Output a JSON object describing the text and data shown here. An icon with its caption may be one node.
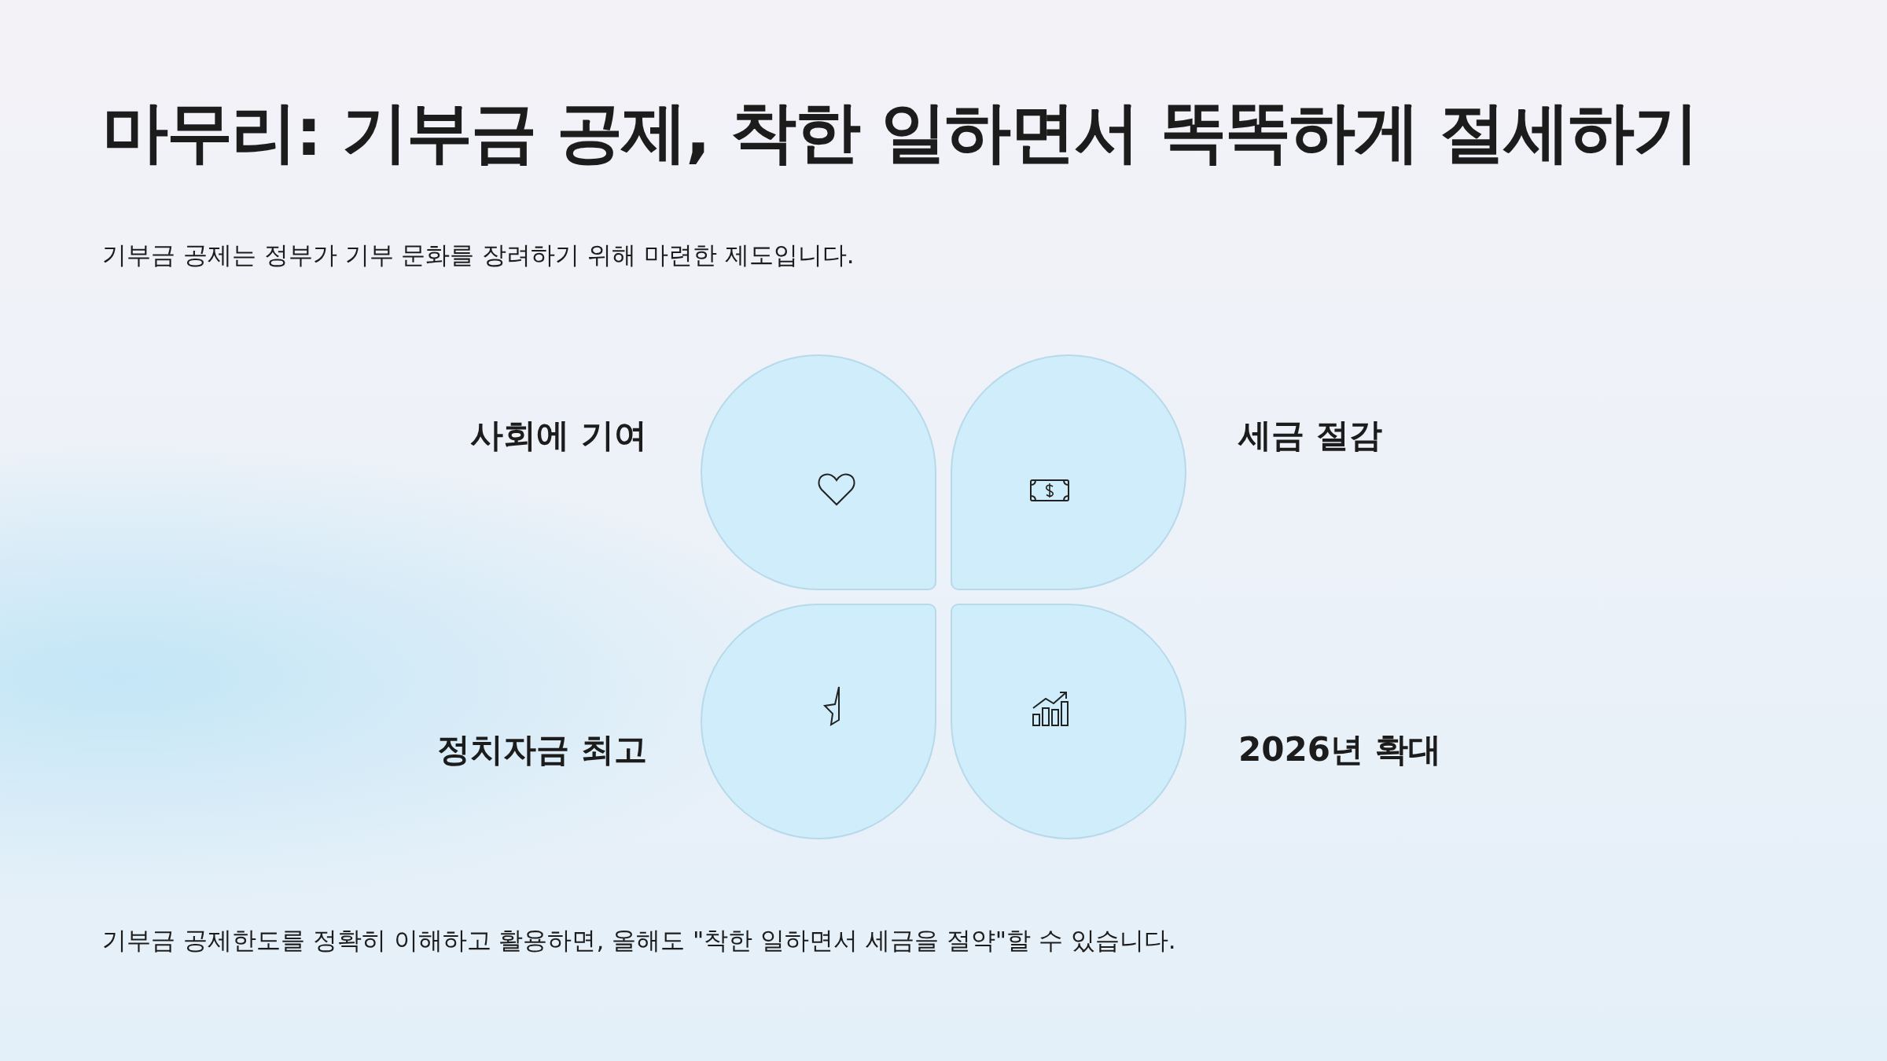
{
  "diagram": {
    "title": "마무리: 기부금 공제, 착한 일하면서 똑똑하게 절세하기",
    "labels": [
      "기부금 공제는 정부가 기부 문화를 장려하기 위해 마련한 제도입니다.",
      "사회에 기여",
      "세금 절감",
      "정치자금 최고",
      "2026년 확대"
    ],
    "caption": "기부금 공제한도를 정확히 이해하고 활용하면, 올해도 \"착한 일하면서 세금을 절약\"할 수 있습니다."
  }
}
